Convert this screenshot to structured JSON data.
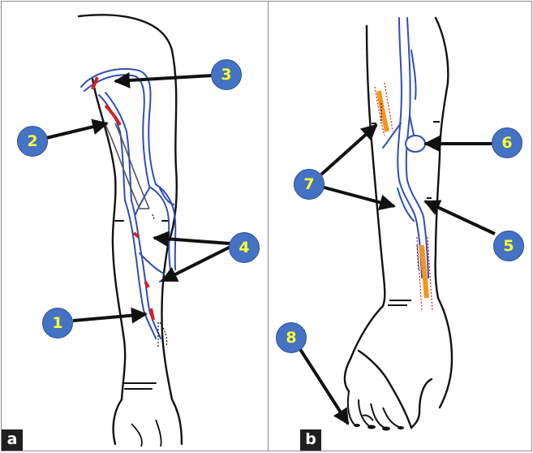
{
  "panels": [
    {
      "label": "a"
    },
    {
      "label": "b"
    }
  ],
  "markers": [
    {
      "label": "1"
    },
    {
      "label": "2"
    },
    {
      "label": "3"
    },
    {
      "label": "4"
    },
    {
      "label": "5"
    },
    {
      "label": "6"
    },
    {
      "label": "7"
    },
    {
      "label": "8"
    }
  ],
  "colors": {
    "marker_fill": "#4472c4",
    "marker_text": "#ffff33",
    "vein": "#2e4fb5",
    "incision": "#d42020",
    "graft": "#f7941d",
    "outline": "#111111"
  }
}
